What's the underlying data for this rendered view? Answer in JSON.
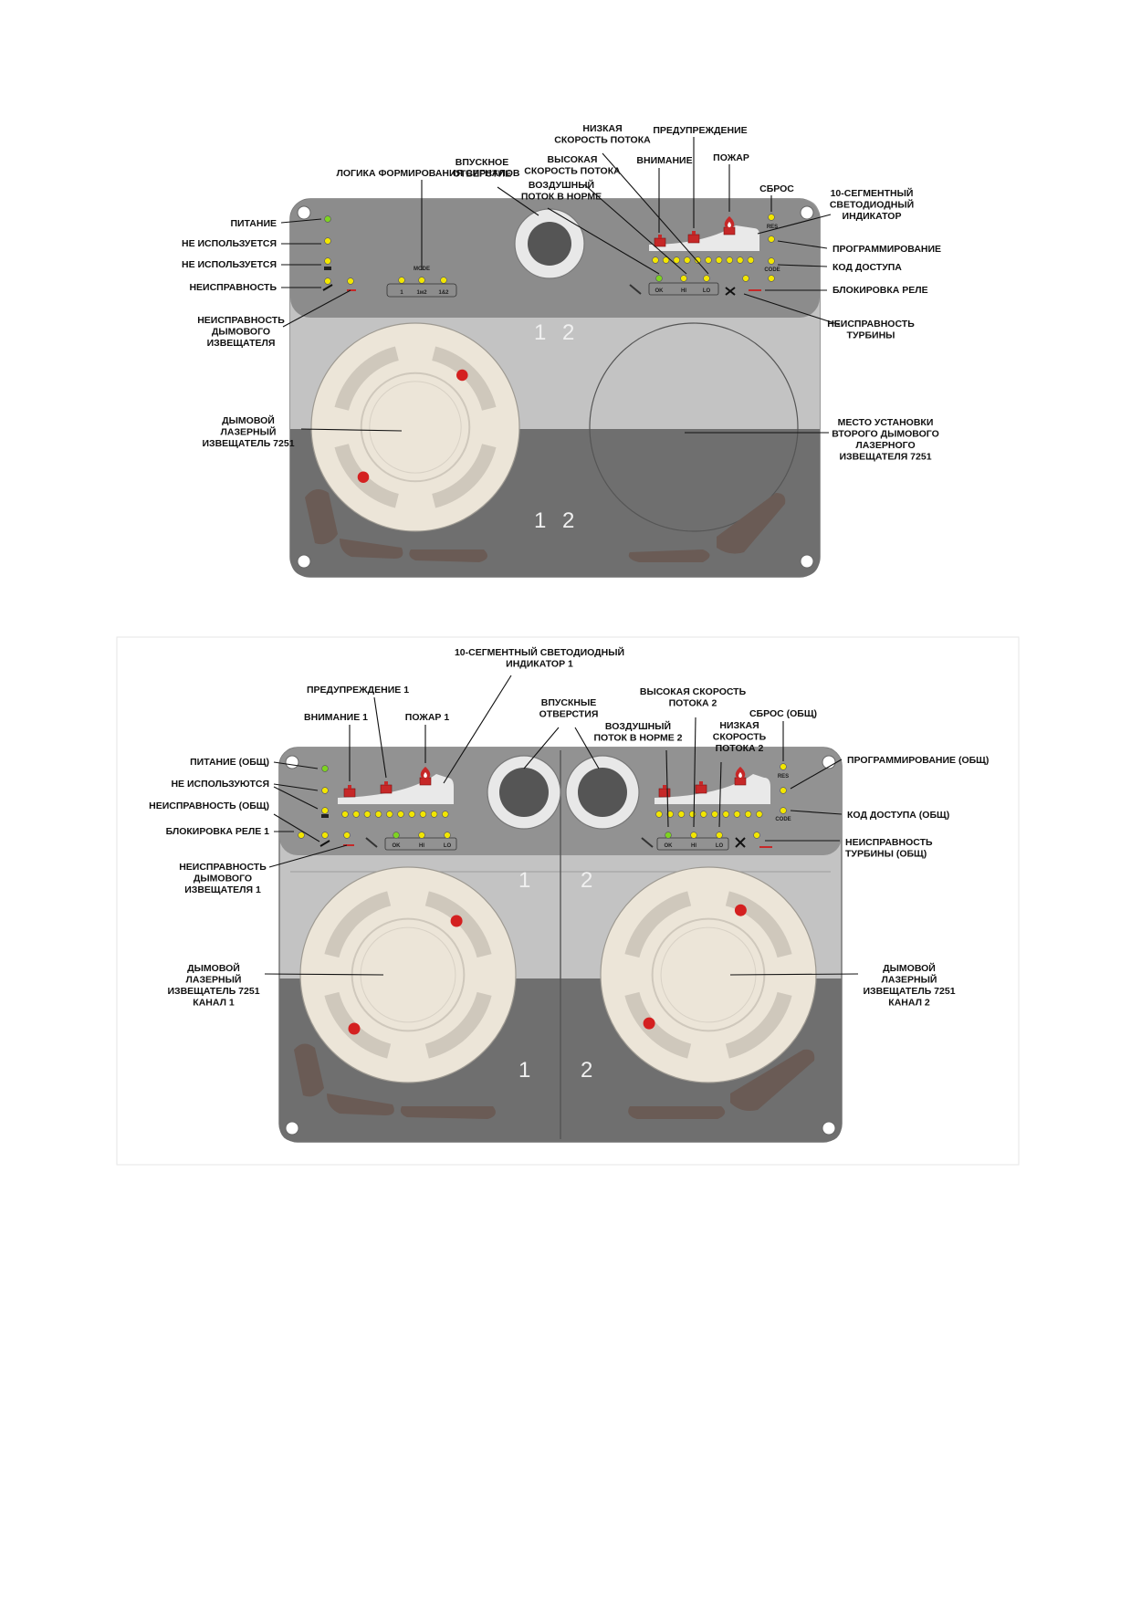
{
  "diagram1": {
    "labels": {
      "logic": "ЛОГИКА ФОРМИРОВАНИЯ СИГНАЛОВ",
      "inlet": [
        "ВПУСКНОЕ",
        "ОТВЕРСТИЕ"
      ],
      "low_flow": [
        "НИЗКАЯ",
        "СКОРОСТЬ ПОТОКА"
      ],
      "high_flow": [
        "ВЫСОКАЯ",
        "СКОРОСТЬ ПОТОКА"
      ],
      "flow_ok": [
        "ВОЗДУШНЫЙ",
        "ПОТОК В НОРМЕ"
      ],
      "attention": "ВНИМАНИЕ",
      "warning": "ПРЕДУПРЕЖДЕНИЕ",
      "fire": "ПОЖАР",
      "reset": "СБРОС",
      "bargraph": [
        "10-СЕГМЕНТНЫЙ",
        "СВЕТОДИОДНЫЙ",
        "ИНДИКАТОР"
      ],
      "power": "ПИТАНИЕ",
      "unused_a": "НЕ ИСПОЛЬЗУЕТСЯ",
      "unused_b": "НЕ ИСПОЛЬЗУЕТСЯ",
      "fault": "НЕИСПРАВНОСТЬ",
      "detector_fault": [
        "НЕИСПРАВНОСТЬ",
        "ДЫМОВОГО",
        "ИЗВЕЩАТЕЛЯ"
      ],
      "programming": "ПРОГРАММИРОВАНИЕ",
      "access_code": "КОД ДОСТУПА",
      "relay_lock": "БЛОКИРОВКА РЕЛЕ",
      "turbine_fault": [
        "НЕИСПРАВНОСТЬ",
        "ТУРБИНЫ"
      ],
      "detector": [
        "ДЫМОВОЙ",
        "ЛАЗЕРНЫЙ",
        "ИЗВЕЩАТЕЛЬ 7251"
      ],
      "second_place": [
        "МЕСТО УСТАНОВКИ",
        "ВТОРОГО ДЫМОВОГО",
        "ЛАЗЕРНОГО",
        "ИЗВЕЩАТЕЛЯ 7251"
      ]
    },
    "panel_text": {
      "mode": "MODE",
      "mode_opts": [
        "1",
        "1м2",
        "1&2"
      ],
      "ok": "OK",
      "hi": "HI",
      "lo": "LO",
      "code": "CODE",
      "res": "RES",
      "num1_top": "1",
      "num2_top": "2",
      "num1_bot": "1",
      "num2_bot": "2"
    }
  },
  "diagram2": {
    "labels": {
      "bargraph1": [
        "10-СЕГМЕНТНЫЙ СВЕТОДИОДНЫЙ",
        "ИНДИКАТОР 1"
      ],
      "warning1": "ПРЕДУПРЕЖДЕНИЕ 1",
      "attention1": "ВНИМАНИЕ 1",
      "fire1": "ПОЖАР 1",
      "inlets": [
        "ВПУСКНЫЕ",
        "ОТВЕРСТИЯ"
      ],
      "high_flow2": [
        "ВЫСОКАЯ СКОРОСТЬ",
        "ПОТОКА 2"
      ],
      "flow_ok2": [
        "ВОЗДУШНЫЙ",
        "ПОТОК В НОРМЕ 2"
      ],
      "low_flow2": [
        "НИЗКАЯ",
        "СКОРОСТЬ",
        "ПОТОКА 2"
      ],
      "reset": "СБРОС (ОБЩ)",
      "power": "ПИТАНИЕ (ОБЩ)",
      "unused": "НЕ ИСПОЛЬЗУЮТСЯ",
      "fault": "НЕИСПРАВНОСТЬ (ОБЩ)",
      "relay_lock1": "БЛОКИРОВКА РЕЛЕ 1",
      "detector_fault1": [
        "НЕИСПРАВНОСТЬ",
        "ДЫМОВОГО",
        "ИЗВЕЩАТЕЛЯ 1"
      ],
      "programming": "ПРОГРАММИРОВАНИЕ (ОБЩ)",
      "access_code": "КОД ДОСТУПА (ОБЩ)",
      "turbine_fault": [
        "НЕИСПРАВНОСТЬ",
        "ТУРБИНЫ (ОБЩ)"
      ],
      "detector1": [
        "ДЫМОВОЙ",
        "ЛАЗЕРНЫЙ",
        "ИЗВЕЩАТЕЛЬ 7251",
        "КАНАЛ 1"
      ],
      "detector2": [
        "ДЫМОВОЙ",
        "ЛАЗЕРНЫЙ",
        "ИЗВЕЩАТЕЛЬ 7251",
        "КАНАЛ 2"
      ]
    },
    "panel_text": {
      "ok": "OK",
      "hi": "HI",
      "lo": "LO",
      "code": "CODE",
      "res": "RES",
      "num1_top": "1",
      "num2_top": "2",
      "num1_bot": "1",
      "num2_bot": "2"
    }
  },
  "colors": {
    "panel": "#8f8f8f",
    "panel_upper": "#c3c3c3",
    "panel_lower": "#6f6f6f",
    "detector": "#ece5d8",
    "detector_ring": "#cfc8bc",
    "red_dot": "#d42020",
    "led_yellow": "#f2e600",
    "led_green": "#7ed321",
    "fire_red": "#c62828",
    "dark_pad": "#6a5b55"
  }
}
